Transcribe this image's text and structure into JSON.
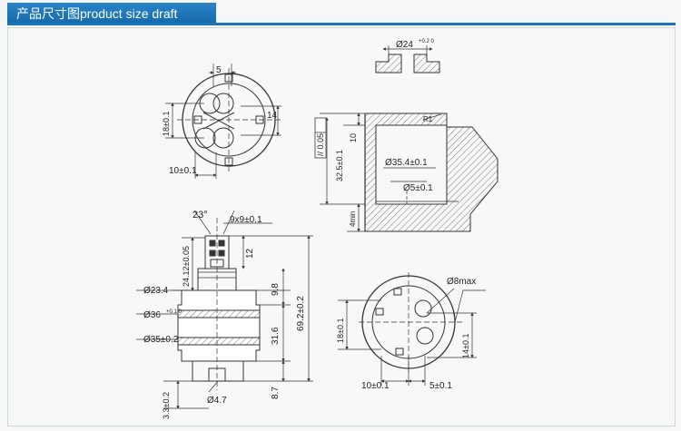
{
  "header": {
    "title": "产品尺寸图product size draft",
    "bar_color": "#1c74b8"
  },
  "dims": {
    "top_view": {
      "d5": "5",
      "d18": "18±0.1",
      "d14": "14",
      "d10": "10±0.1"
    },
    "section": {
      "d24": "Ø24",
      "d24_tol": "+0.2 0",
      "d005": "// 0.05",
      "d10": "10",
      "r1": "R1",
      "d325": "32.5±0.1",
      "d354": "Ø35.4±0.1",
      "d5": "Ø5±0.1",
      "d4min": "4min"
    },
    "side": {
      "angle": "23°",
      "spline": "9x9±0.1",
      "d12": "12",
      "d2412": "24.12±0.05",
      "d98": "9.8",
      "d234": "Ø23.4",
      "d36": "Ø36",
      "d36_tol": "+0.1 0",
      "d316": "31.6",
      "d692": "69.2±0.2",
      "d35": "Ø35±0.2",
      "d87": "8.7",
      "d33": "3.3±0.2",
      "d47": "Ø4.7"
    },
    "bottom_view": {
      "d8max": "Ø8max",
      "d18": "18±0.1",
      "d14": "14±0.1",
      "d10": "10±0.1",
      "d5": "5±0.1"
    }
  }
}
